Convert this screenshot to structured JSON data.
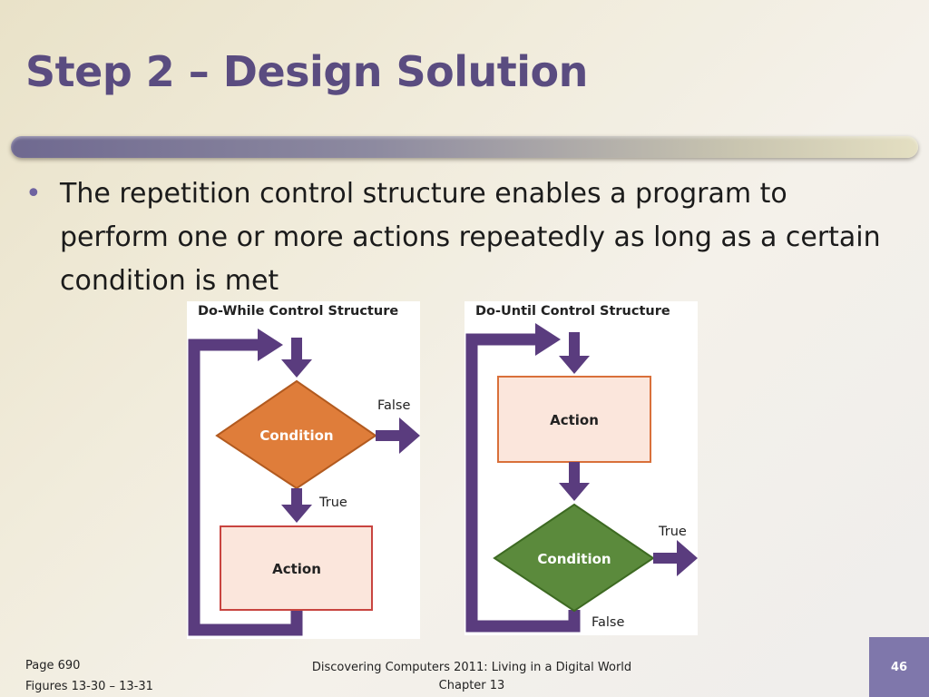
{
  "slide": {
    "title": "Step 2 – Design Solution",
    "bullet": "The repetition control structure enables a program to perform one or more actions repeatedly as long as a certain condition is met",
    "bullet_marker": "•"
  },
  "figures": {
    "do_while": {
      "title": "Do-While Control Structure",
      "condition": "Condition",
      "action": "Action",
      "exit_label": "False",
      "continue_label": "True"
    },
    "do_until": {
      "title": "Do-Until Control Structure",
      "action": "Action",
      "condition": "Condition",
      "exit_label": "True",
      "loop_label": "False"
    }
  },
  "colors": {
    "title": "#5a4c80",
    "arrow": "#5a3c7e",
    "while_condition": "#df7d3a",
    "until_condition": "#5b8a3c",
    "action_fill": "#fbe6dc",
    "action_border": "#c8443f",
    "page_box": "#7f77ab"
  },
  "footer": {
    "page_ref": "Page 690",
    "figure_ref": "Figures 13-30 – 13-31",
    "book": "Discovering Computers 2011: Living in a Digital World",
    "chapter": "Chapter 13",
    "slide_number": "46"
  }
}
